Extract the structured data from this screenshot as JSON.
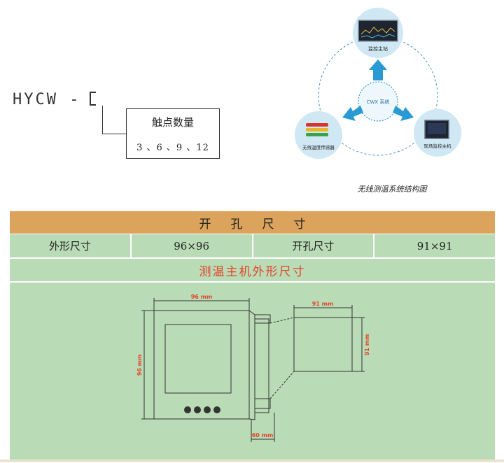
{
  "model": {
    "code": "HYCW -",
    "contact_box": {
      "title": "触点数量",
      "values": "3 、6 、9 、12"
    }
  },
  "system_diagram": {
    "center_label": "CWX 系统",
    "nodes": {
      "top": "监控主站",
      "left": "无线温度传感器",
      "right": "现场监控主机"
    },
    "caption": "无线测温系统结构图",
    "colors": {
      "arrow": "#2a9ad4",
      "bubble": "#cfe8f4",
      "ring": "#3a8fc0"
    }
  },
  "table": {
    "title": "开孔尺寸",
    "spec_row": [
      "外形尺寸",
      "96×96",
      "开孔尺寸",
      "91×91"
    ],
    "subtitle": "测温主机外形尺寸",
    "drawing": {
      "dim_width": "96 mm",
      "dim_height": "96 mm",
      "dim_cutout_width": "91 mm",
      "dim_cutout_height": "91 mm",
      "dim_depth": "60 mm"
    },
    "colors": {
      "title_bg": "#dba35b",
      "cell_bg": "#b9dbb5",
      "accent_red": "#e2452a"
    }
  }
}
